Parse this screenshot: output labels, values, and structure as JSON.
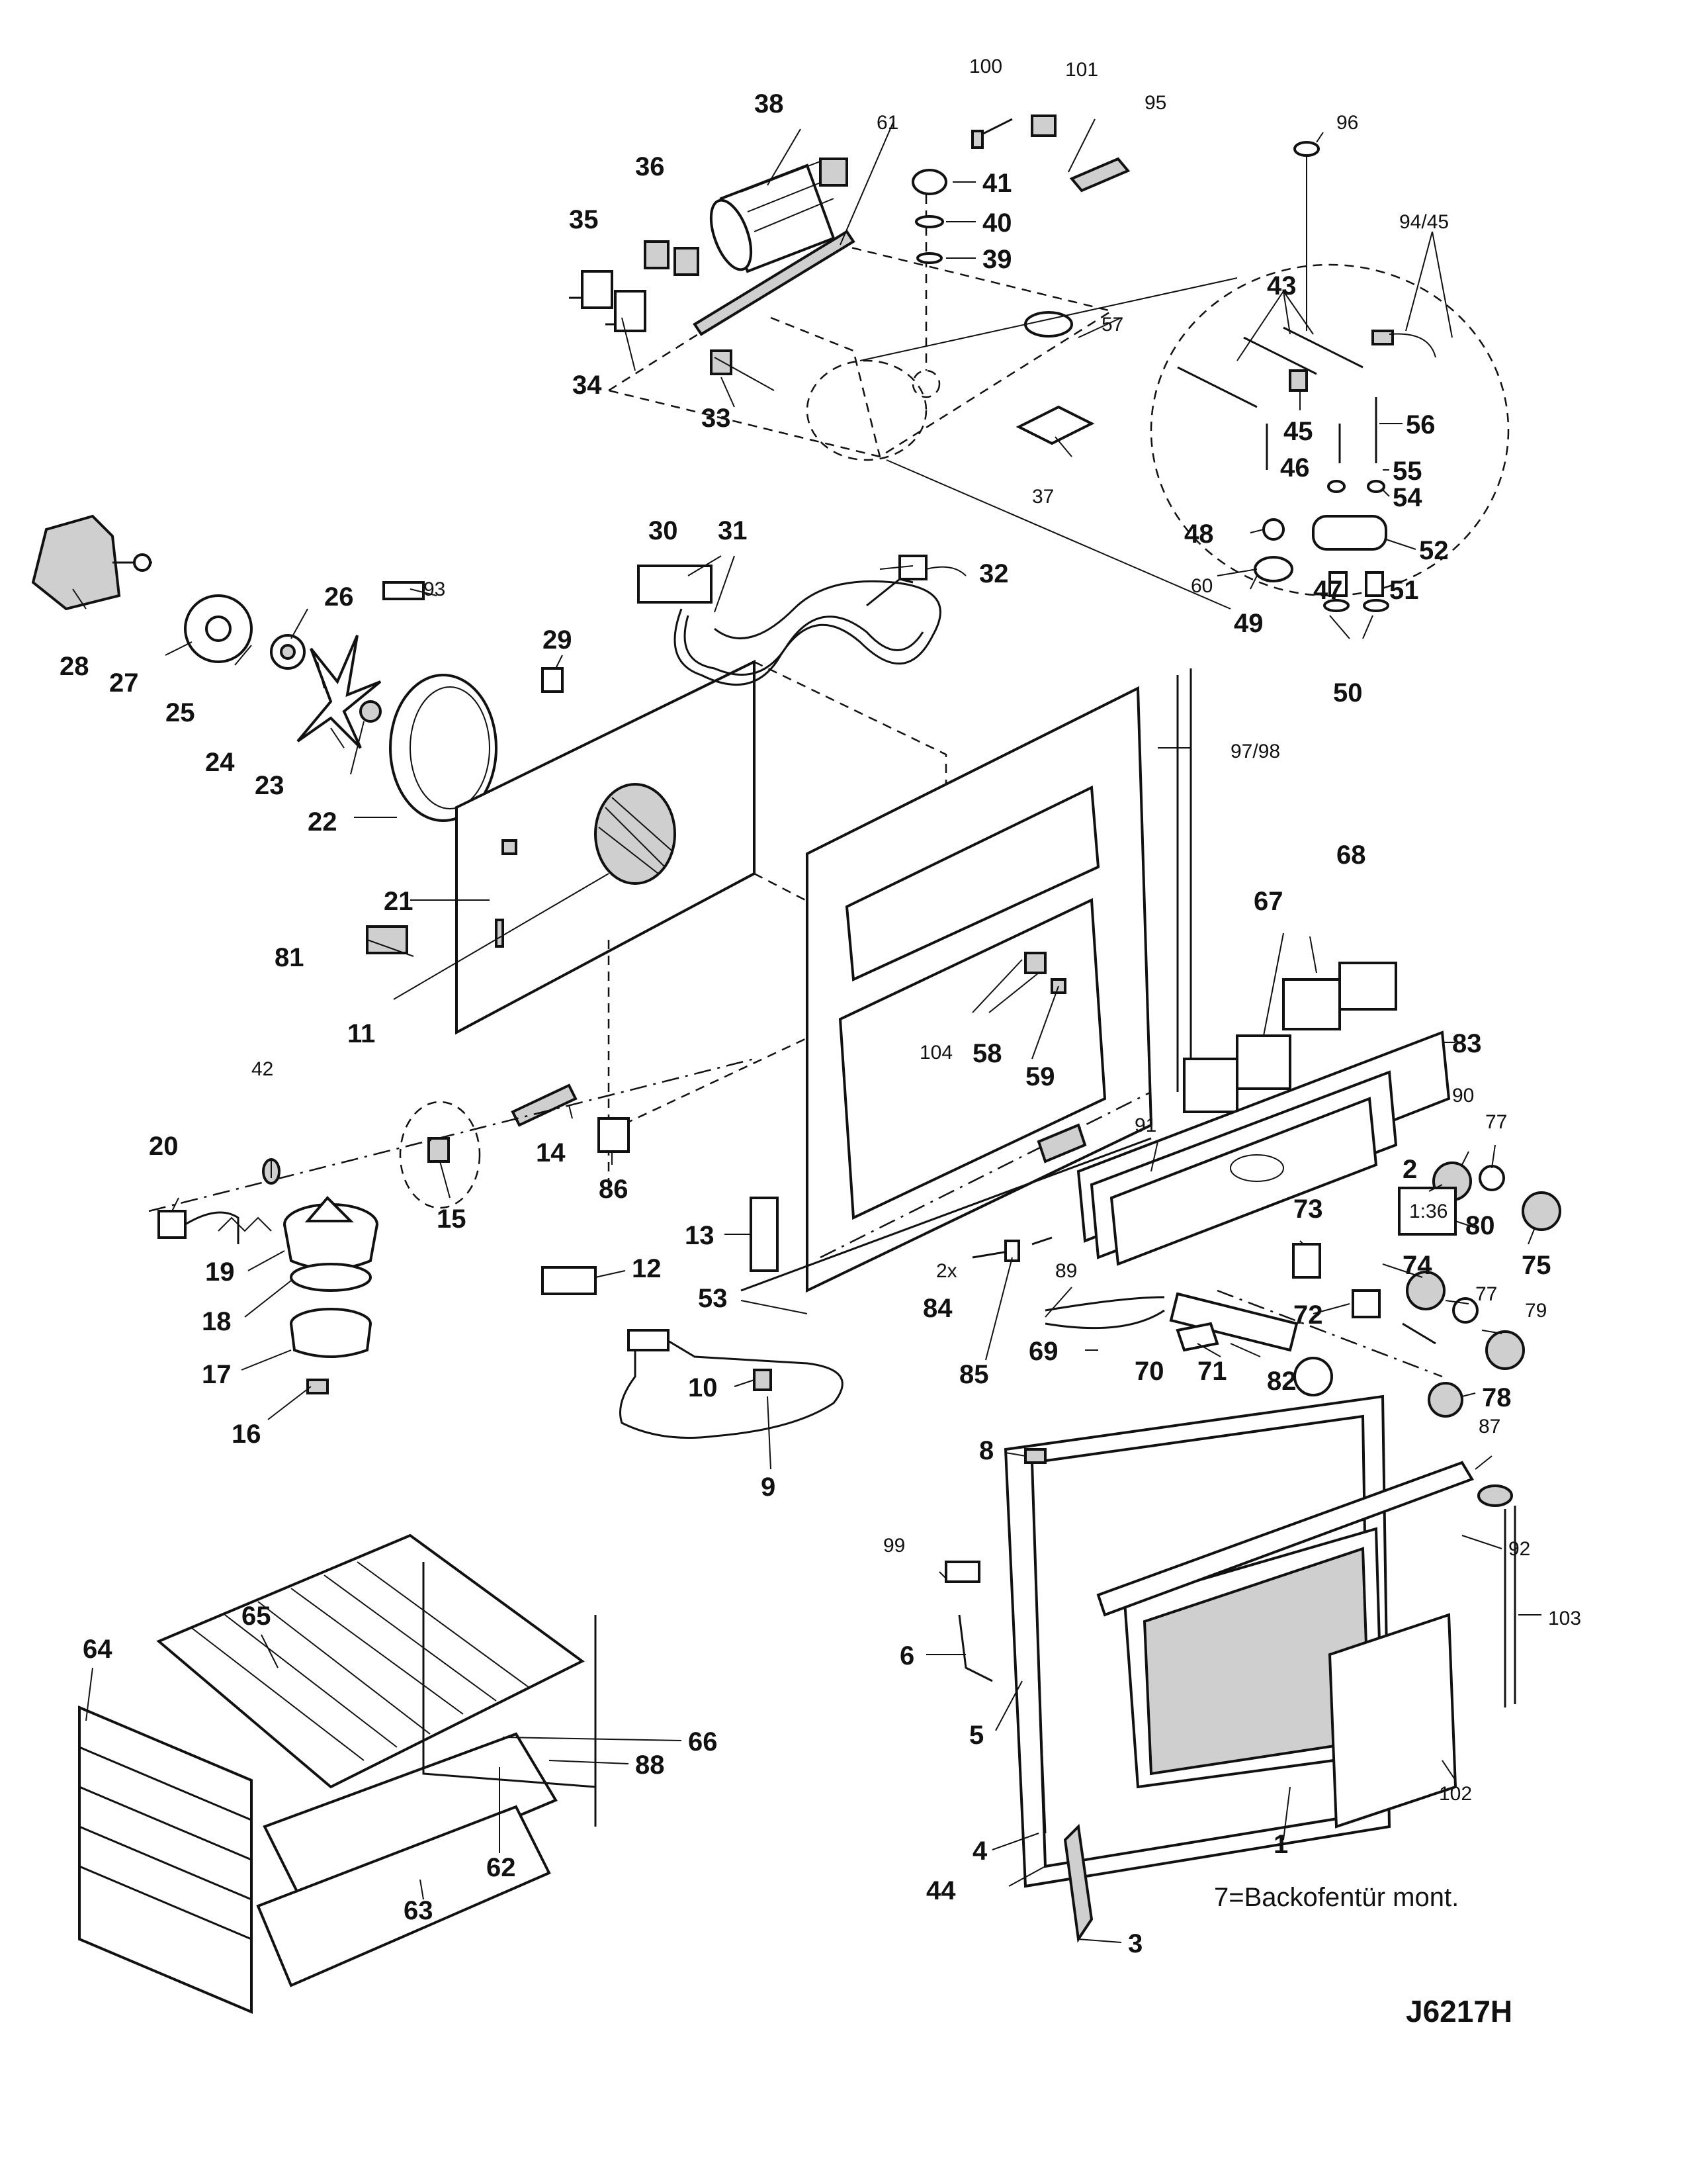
{
  "drawing_code": "J6217H",
  "note": "7=Backofentür mont.",
  "labels": {
    "p1": "1",
    "p2": "2",
    "p3": "3",
    "p4": "4",
    "p5": "5",
    "p6": "6",
    "p8": "8",
    "p9": "9",
    "p10": "10",
    "p11": "11",
    "p12": "12",
    "p13": "13",
    "p14": "14",
    "p15": "15",
    "p16": "16",
    "p17": "17",
    "p18": "18",
    "p19": "19",
    "p20": "20",
    "p21": "21",
    "p22": "22",
    "p23": "23",
    "p24": "24",
    "p25": "25",
    "p26": "26",
    "p27": "27",
    "p28": "28",
    "p29": "29",
    "p30": "30",
    "p31": "31",
    "p32": "32",
    "p33": "33",
    "p34": "34",
    "p35": "35",
    "p36": "36",
    "p37": "37",
    "p38": "38",
    "p39": "39",
    "p40": "40",
    "p41": "41",
    "p42": "42",
    "p43": "43",
    "p44": "44",
    "p45": "45",
    "p46": "46",
    "p47": "47",
    "p48": "48",
    "p49": "49",
    "p50": "50",
    "p51": "51",
    "p52": "52",
    "p53": "53",
    "p54": "54",
    "p55": "55",
    "p56": "56",
    "p57": "57",
    "p58": "58",
    "p59": "59",
    "p60": "60",
    "p61": "61",
    "p62": "62",
    "p63": "63",
    "p64": "64",
    "p65": "65",
    "p66": "66",
    "p67": "67",
    "p68": "68",
    "p69": "69",
    "p70": "70",
    "p71": "71",
    "p72": "72",
    "p73": "73",
    "p74": "74",
    "p75": "75",
    "p77a": "77",
    "p77b": "77",
    "p78": "78",
    "p79": "79",
    "p80": "80",
    "p81": "81",
    "p82": "82",
    "p83": "83",
    "p84": "84",
    "p84x": "2x",
    "p85": "85",
    "p86": "86",
    "p87": "87",
    "p88": "88",
    "p89": "89",
    "p90": "90",
    "p91": "91",
    "p92": "92",
    "p93": "93",
    "p94": "94/45",
    "p95": "95",
    "p96": "96",
    "p97": "97/98",
    "p99": "99",
    "p100": "100",
    "p101": "101",
    "p102": "102",
    "p103": "103",
    "p104": "104"
  },
  "panel_readout": "1:36"
}
